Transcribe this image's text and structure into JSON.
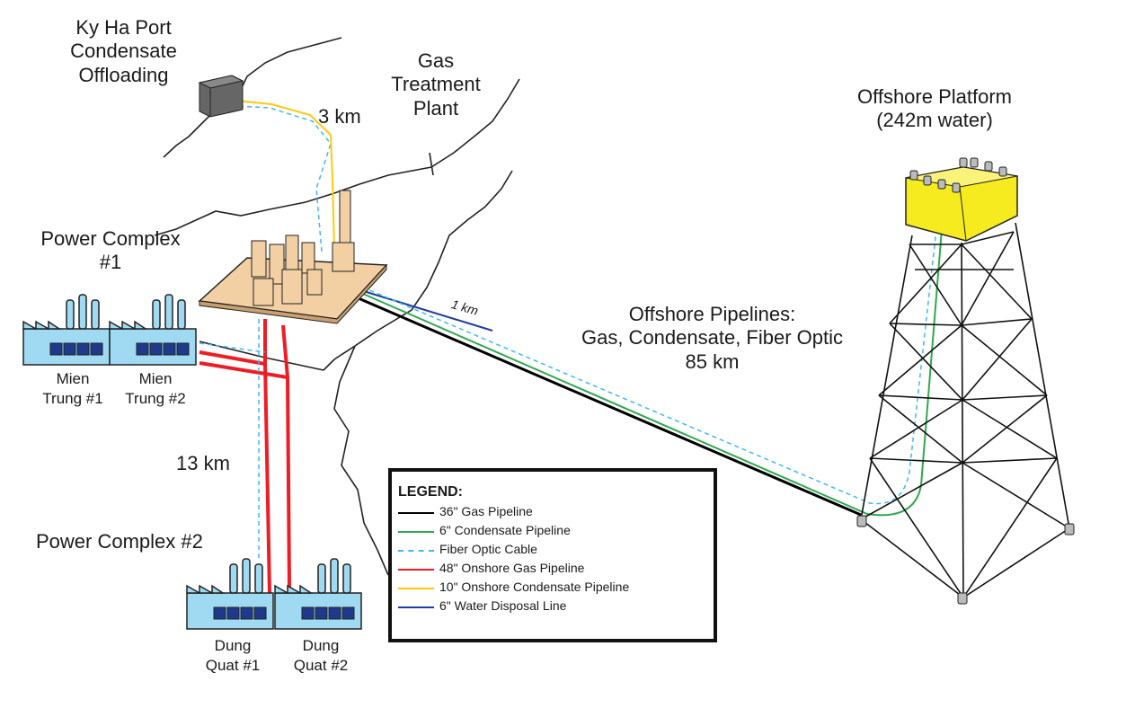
{
  "labels": {
    "port": [
      "Ky Ha Port",
      "Condensate",
      "Offloading"
    ],
    "plant": [
      "Gas",
      "Treatment",
      "Plant"
    ],
    "platform": [
      "Offshore Platform",
      "(242m water)"
    ],
    "power1": [
      "Power Complex",
      "#1"
    ],
    "power2": "Power Complex #2",
    "dist_port": "3 km",
    "dist_water": "1 km",
    "dist_power": "13 km",
    "offshore": [
      "Offshore Pipelines:",
      "Gas, Condensate, Fiber Optic",
      "85 km"
    ],
    "factories": {
      "mien1": [
        "Mien",
        "Trung #1"
      ],
      "mien2": [
        "Mien",
        "Trung #2"
      ],
      "dung1": [
        "Dung",
        "Quat #1"
      ],
      "dung2": [
        "Dung",
        "Quat #2"
      ]
    }
  },
  "legend": {
    "title": "LEGEND:",
    "items": [
      {
        "label": "36\" Gas Pipeline",
        "color": "#000000",
        "style": "solid"
      },
      {
        "label": "6\" Condensate Pipeline",
        "color": "#2fa84f",
        "style": "solid"
      },
      {
        "label": "Fiber Optic Cable",
        "color": "#3fb8ee",
        "style": "dashed"
      },
      {
        "label": "48\" Onshore Gas Pipeline",
        "color": "#ee1c24",
        "style": "solid"
      },
      {
        "label": "10\" Onshore Condensate Pipeline",
        "color": "#ffc90e",
        "style": "solid"
      },
      {
        "label": "6\" Water Disposal Line",
        "color": "#1f3f9f",
        "style": "solid"
      }
    ]
  },
  "colors": {
    "factory": "#9fd9f2",
    "factory_window": "#1f3a8a",
    "plant_base": "#f2d0a4",
    "platform_deck": "#f5eb1e",
    "port_box": "#666666"
  }
}
